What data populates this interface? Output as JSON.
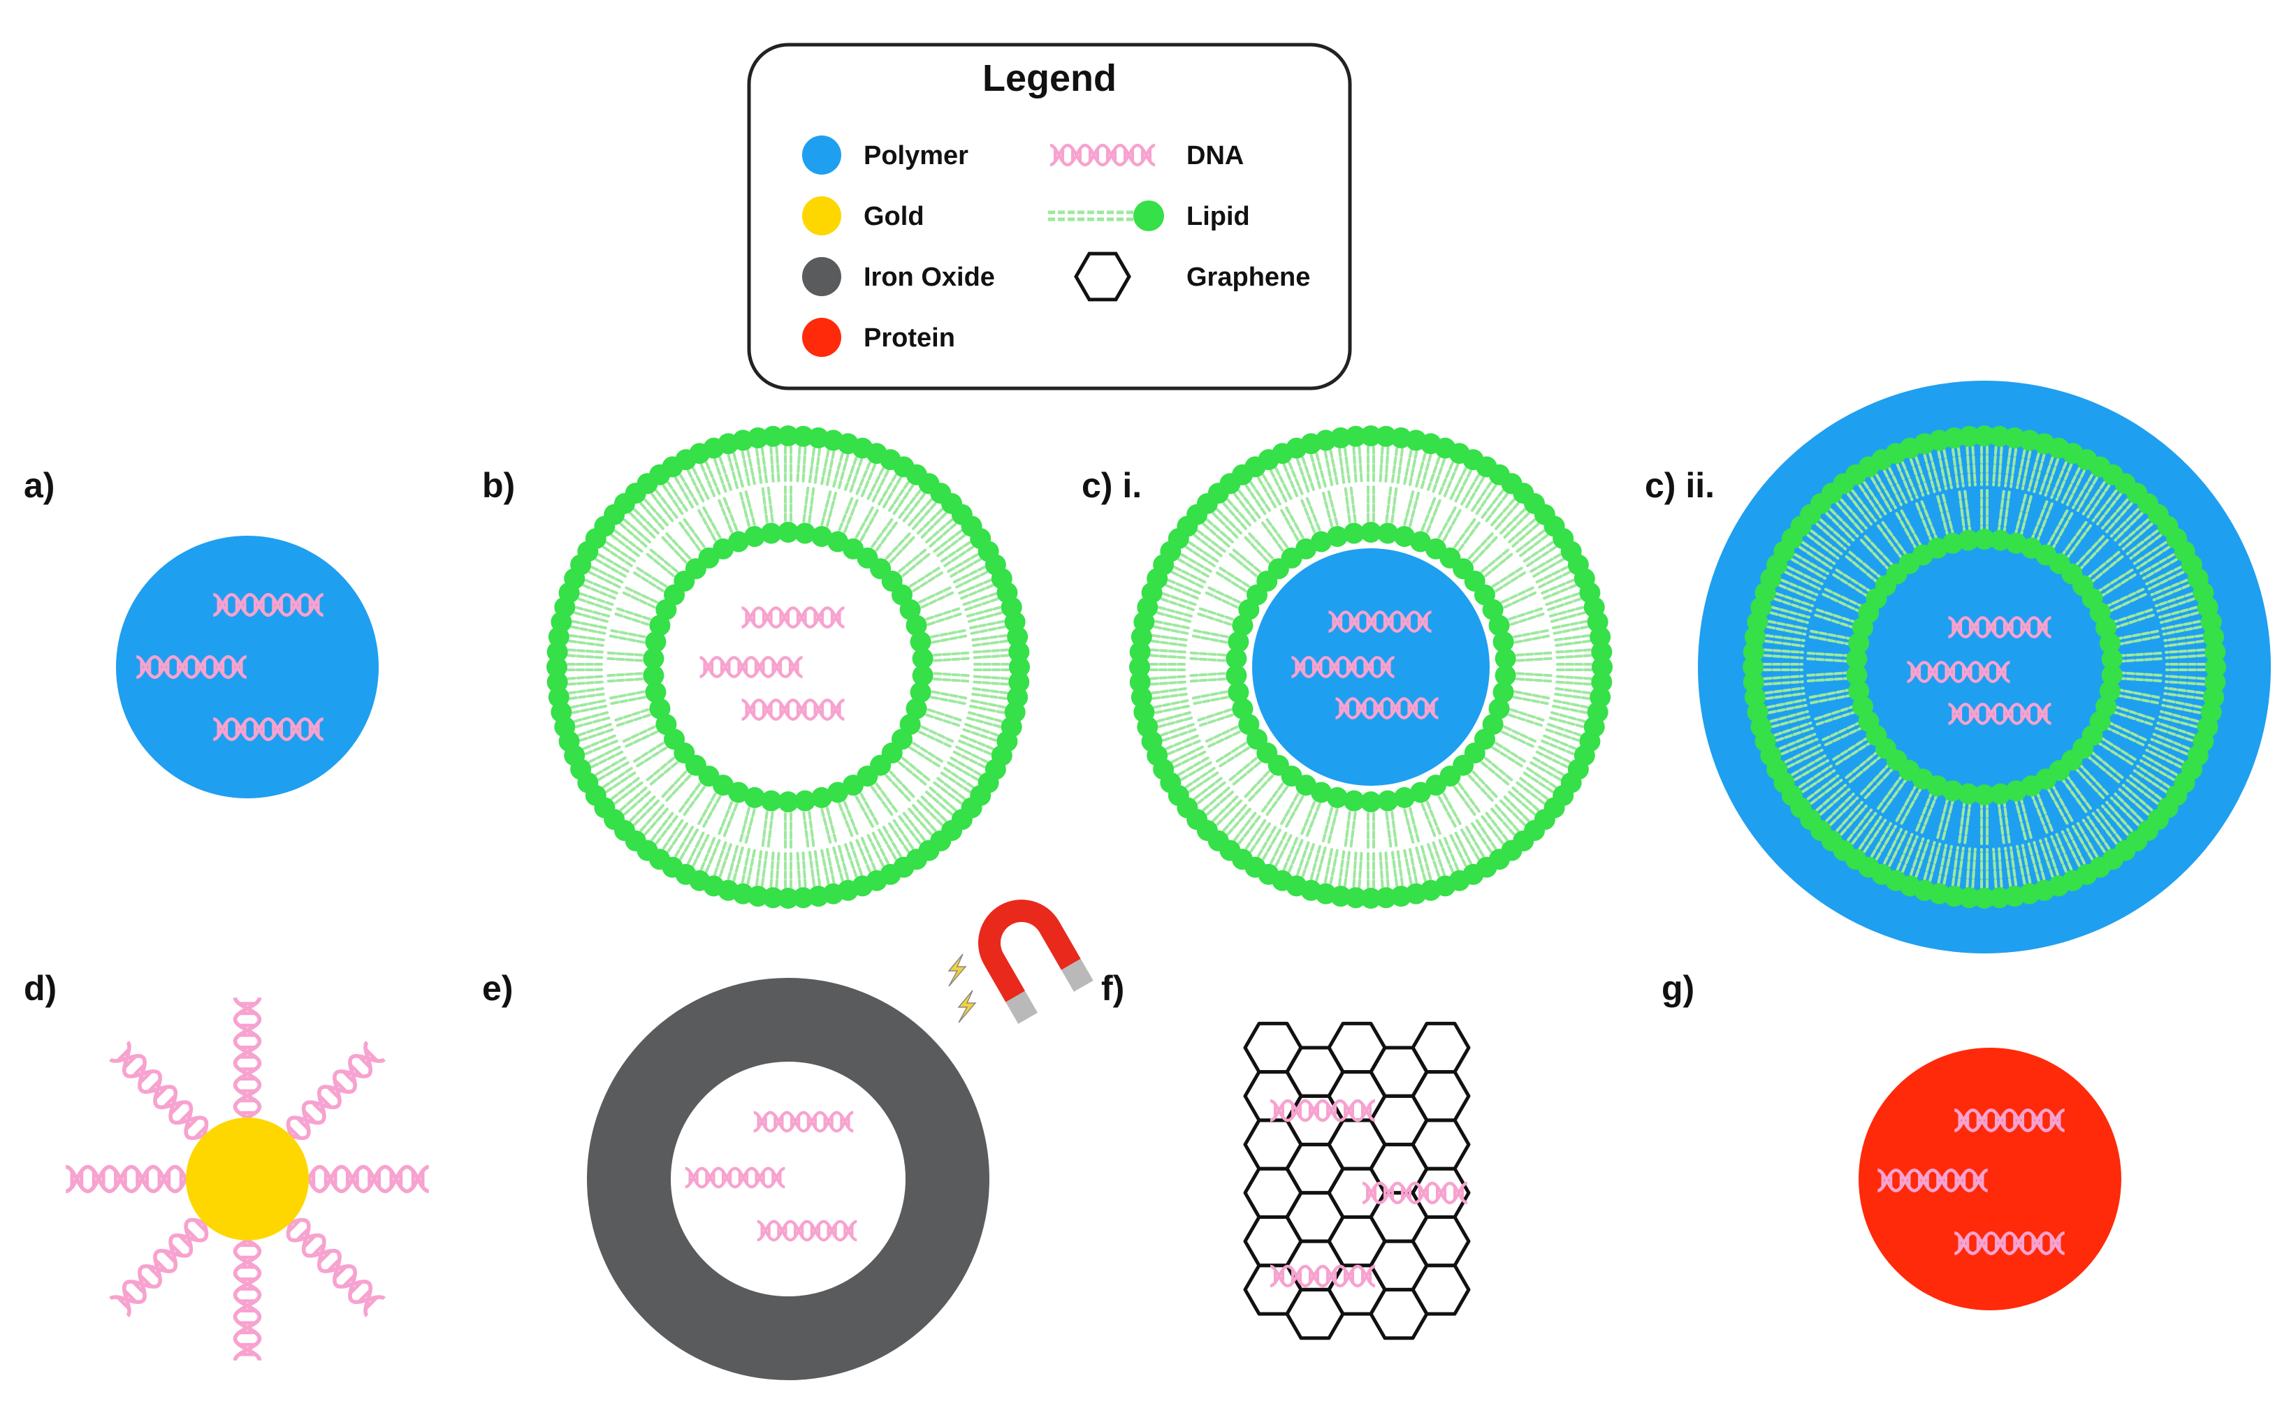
{
  "legend": {
    "title": "Legend",
    "items": [
      {
        "label": "Polymer",
        "icon": "polymer-circle-icon",
        "color": "#1f9ff0"
      },
      {
        "label": "Gold",
        "icon": "gold-circle-icon",
        "color": "#ffd700"
      },
      {
        "label": "Iron Oxide",
        "icon": "iron-oxide-circle-icon",
        "color": "#5a5b5d"
      },
      {
        "label": "Protein",
        "icon": "protein-circle-icon",
        "color": "#ff2a0a"
      },
      {
        "label": "DNA",
        "icon": "dna-icon",
        "color": "#f7a2cf"
      },
      {
        "label": "Lipid",
        "icon": "lipid-icon",
        "color": "#35e048"
      },
      {
        "label": "Graphene",
        "icon": "hexagon-icon",
        "color": "#111111"
      }
    ]
  },
  "panels": {
    "a": "a)",
    "b": "b)",
    "ci": "c) i.",
    "cii": "c) ii.",
    "d": "d)",
    "e": "e)",
    "f": "f)",
    "g": "g)"
  },
  "colors": {
    "polymer": "#1f9ff0",
    "gold": "#ffd700",
    "iron_oxide": "#5a5b5d",
    "protein": "#ff2a0a",
    "dna": "#f7a2cf",
    "lipid_head": "#35e048",
    "lipid_tail": "#9ee89f",
    "graphene": "#111111",
    "magnet_red": "#e8291c",
    "magnet_pole": "#b9b9b9",
    "spark": "#f3d23a"
  }
}
